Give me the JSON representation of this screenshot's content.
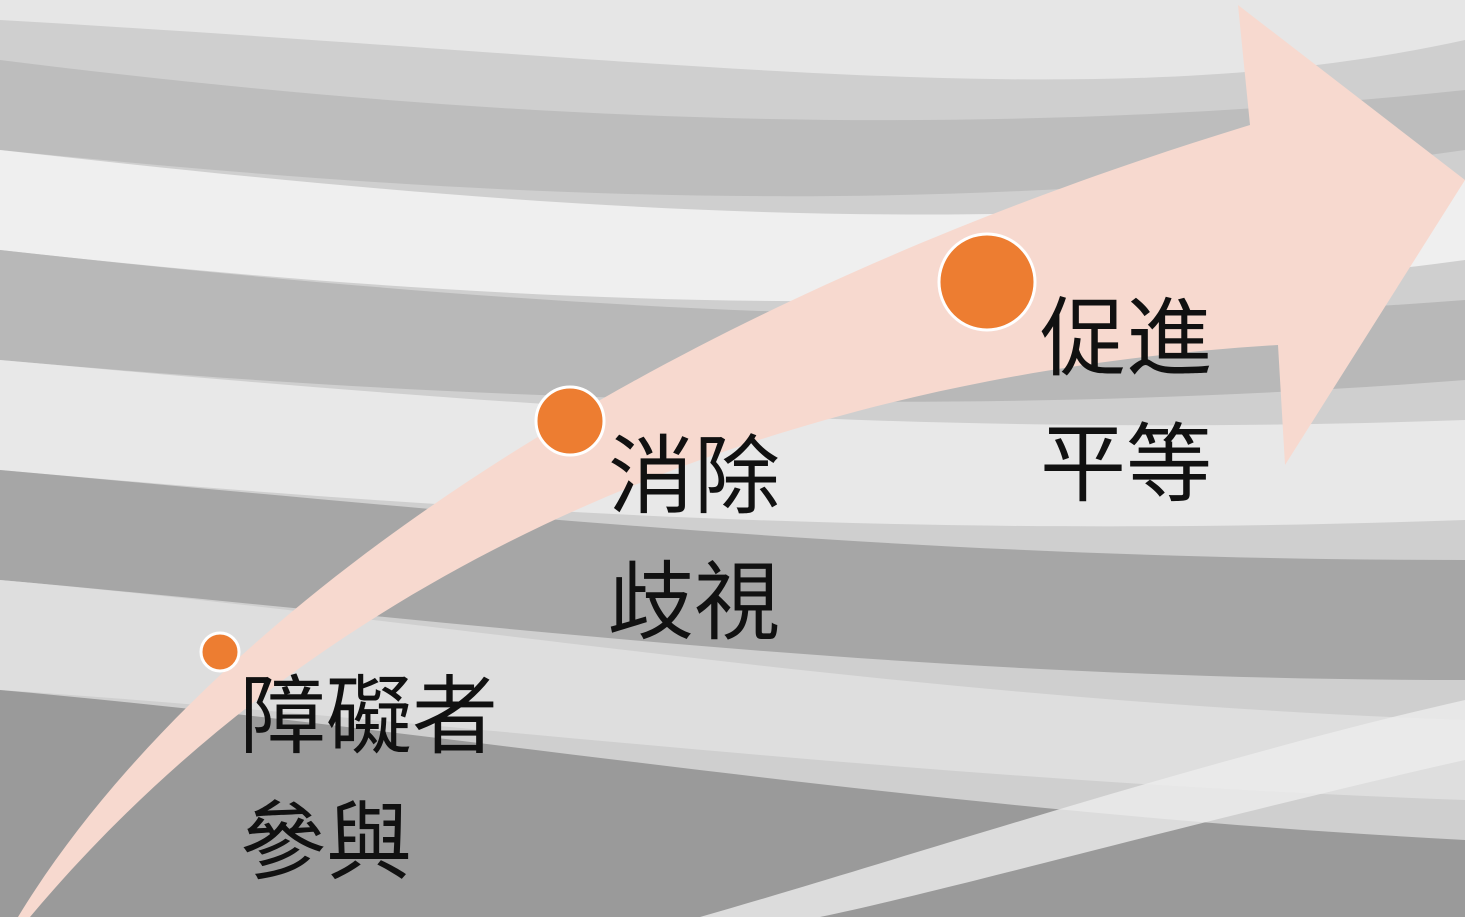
{
  "colors": {
    "arrow_fill": "#f7d9cf",
    "dot_fill": "#ed7d31",
    "dot_stroke": "#ffffff",
    "text": "#111111",
    "background": "#c8c8c8"
  },
  "diagram": {
    "type": "upward-trend-arrow-process",
    "stages": [
      {
        "lines": [
          "障礙者",
          "參與"
        ]
      },
      {
        "lines": [
          "消除",
          "歧視"
        ]
      },
      {
        "lines": [
          "促進",
          "平等"
        ]
      }
    ]
  }
}
